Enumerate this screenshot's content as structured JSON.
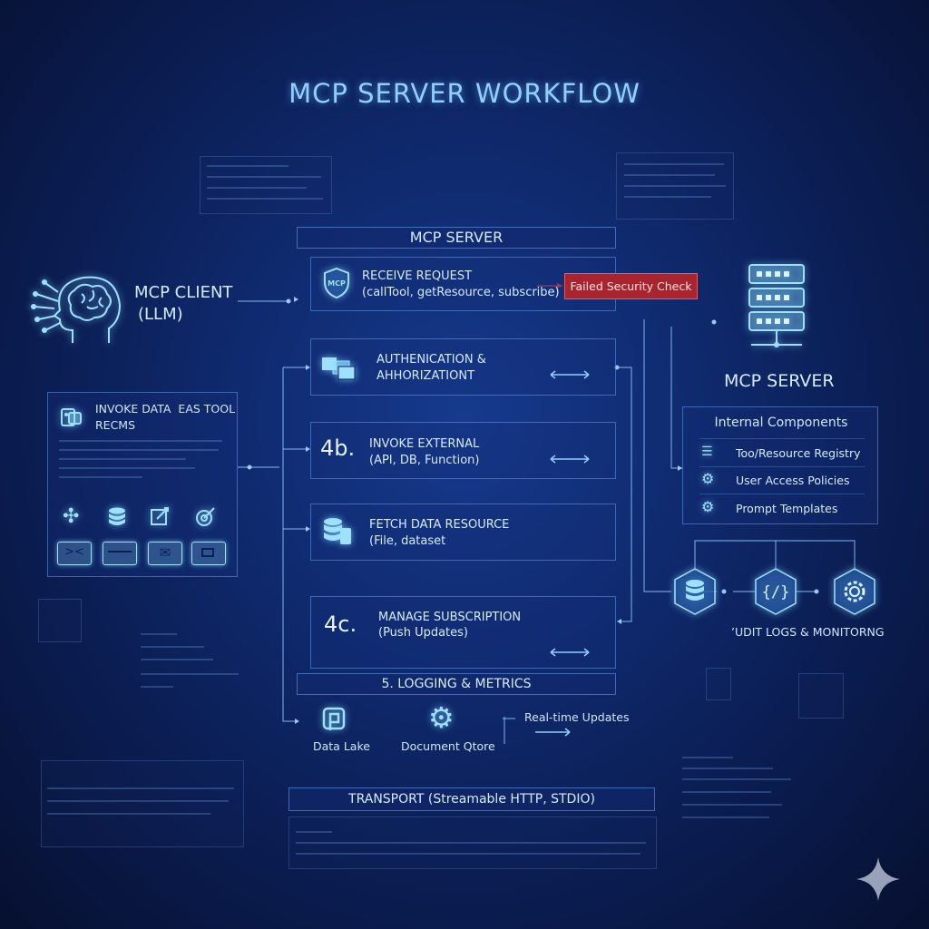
{
  "title": "MCP SERVER WORKFLOW",
  "client": {
    "line1": "MCP CLIENT",
    "line2": "(LLM)"
  },
  "server_header": "MCP SERVER",
  "steps": [
    {
      "line1": "RECEIVE REQUEST",
      "line2": "(callTool, getResource, subscribe)",
      "badge": "MCP"
    },
    {
      "line1": "AUTHENICATION &",
      "line2": "AHHORIZATIONT"
    },
    {
      "num": "4b.",
      "line1": "INVOKE EXTERNAL",
      "line2": "(API, DB, Function)"
    },
    {
      "line1": "FETCH DATA RESOURCE",
      "line2": "(File, dataset"
    },
    {
      "num": "4c.",
      "line1": "MANAGE SUBSCRIPTION",
      "line2": "(Push Updates)"
    }
  ],
  "error_label": "Failed Security Check",
  "invoke_panel": {
    "line1": "INVOKE DATA  EAS TOOL",
    "line2": "RECMS"
  },
  "logging_bar": "5. LOGGING & METRICS",
  "outputs": {
    "data_lake": "Data Lake",
    "document_store": "Document Qtore",
    "realtime": "Real-time Updates"
  },
  "transport_bar": "TRANSPORT (Streamable HTTP, STDIO)",
  "right_server": {
    "label": "MCP SERVER",
    "components_title": "Internal Components",
    "components": [
      {
        "icon": "list-icon",
        "label": "Too/Resource Registry"
      },
      {
        "icon": "gear-icon",
        "label": "User Access Policies"
      },
      {
        "icon": "gear-icon",
        "label": "Prompt Templates"
      }
    ],
    "audit_label": "’UDIT LOGS & MONITORNG"
  },
  "colors": {
    "accent": "#8fd0ff",
    "background": "#0f2a6e",
    "error": "#a8242e"
  }
}
